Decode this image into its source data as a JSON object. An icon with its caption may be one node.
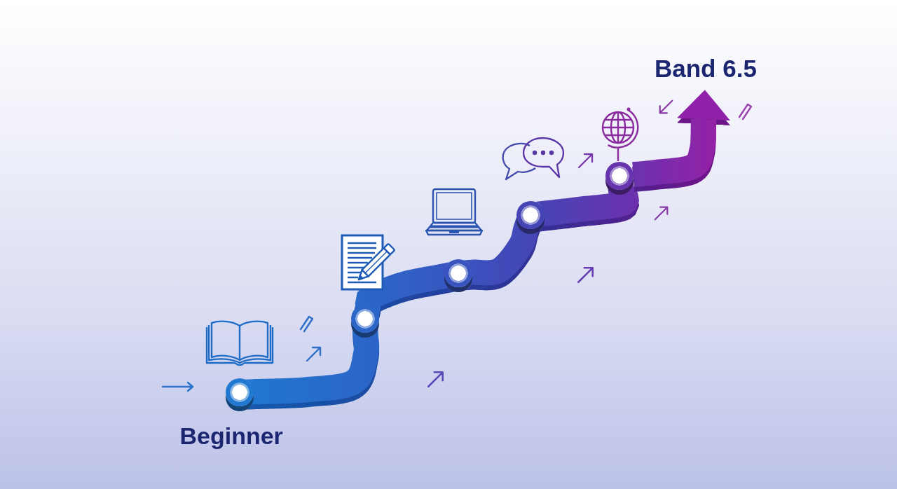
{
  "diagram": {
    "nodes": [
      {
        "text": [],
        "shape": "circle",
        "beside": [
          "Beginner"
        ]
      },
      {
        "text": [],
        "shape": "circle"
      },
      {
        "text": [],
        "shape": "circle"
      },
      {
        "text": [],
        "shape": "circle"
      },
      {
        "text": [],
        "shape": "circle"
      },
      {
        "text": [
          "Band 6.5"
        ]
      }
    ],
    "edges": [
      {
        "from": 0,
        "to": 1,
        "arrow": "none"
      },
      {
        "from": 1,
        "to": 2,
        "arrow": "none"
      },
      {
        "from": 2,
        "to": 3,
        "arrow": "none"
      },
      {
        "from": 3,
        "to": 4,
        "arrow": "none"
      },
      {
        "from": 4,
        "to": 5,
        "arrow": "to"
      }
    ]
  }
}
